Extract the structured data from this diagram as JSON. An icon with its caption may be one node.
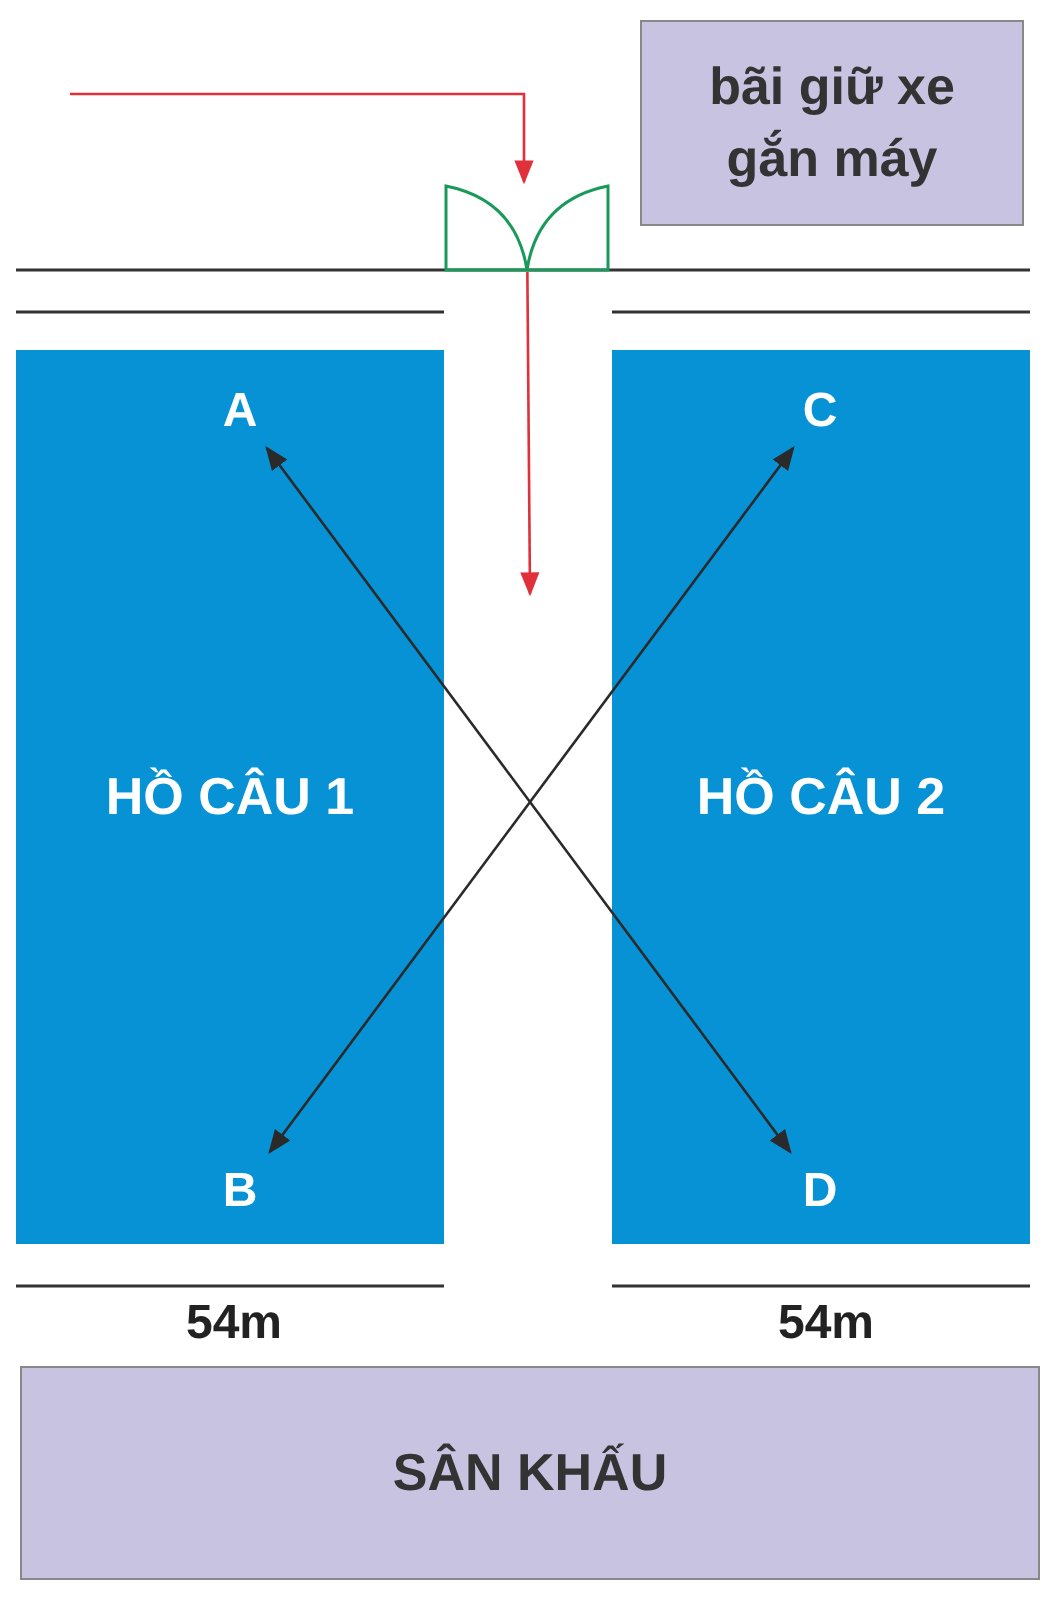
{
  "diagram": {
    "nodes": [
      {
        "text": [
          "bãi giữ xe gắn máy"
        ]
      },
      {
        "text": [],
        "shape": "door"
      },
      {
        "text": [
          "HỒ CÂU 1"
        ]
      },
      {
        "text": [
          "A"
        ],
        "in": 2
      },
      {
        "text": [
          "B"
        ],
        "in": 2
      },
      {
        "text": [
          "HỒ CÂU 2"
        ]
      },
      {
        "text": [
          "C"
        ],
        "in": 5
      },
      {
        "text": [
          "D"
        ],
        "in": 5
      },
      {
        "text": [
          "SÂN KHẤU"
        ]
      }
    ],
    "edges": [
      {
        "from": null,
        "to": 1,
        "arrow": "to",
        "color": "#e0303a"
      },
      {
        "from": 1,
        "to": null,
        "arrow": "to",
        "color": "#e0303a"
      },
      {
        "from": 3,
        "to": 7,
        "arrow": "both",
        "color": "#2a2a2a"
      },
      {
        "from": 4,
        "to": 6,
        "arrow": "both",
        "color": "#2a2a2a"
      }
    ],
    "labels": [
      "54m",
      "54m"
    ]
  }
}
